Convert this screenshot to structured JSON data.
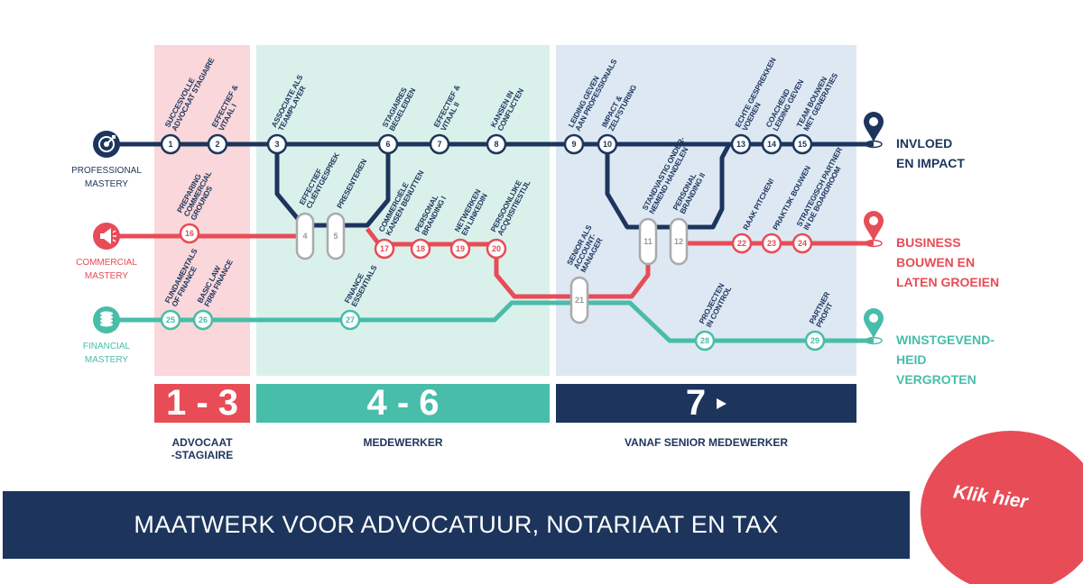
{
  "colors": {
    "navy": "#1d355d",
    "red": "#e84c57",
    "teal": "#48bda9"
  },
  "tracks": [
    {
      "key": "pro",
      "label_lines": [
        "PROFESSIONAL",
        "MASTERY"
      ],
      "icon": "target-icon"
    },
    {
      "key": "com",
      "label_lines": [
        "COMMERCIAL",
        "MASTERY"
      ],
      "icon": "megaphone-icon"
    },
    {
      "key": "fin",
      "label_lines": [
        "FINANCIAL",
        "MASTERY"
      ],
      "icon": "coins-icon"
    }
  ],
  "destinations": [
    {
      "key": "pro",
      "lines": [
        "INVLOED",
        "EN IMPACT"
      ]
    },
    {
      "key": "com",
      "lines": [
        "BUSINESS",
        "BOUWEN EN",
        "LATEN GROEIEN"
      ]
    },
    {
      "key": "fin",
      "lines": [
        "WINSTGEVEND-",
        "HEID",
        "VERGROTEN"
      ]
    }
  ],
  "stations": [
    {
      "n": "1",
      "label": [
        "SUCCESVOLLE",
        "ADVOCAAT STAGIAIRE"
      ]
    },
    {
      "n": "2",
      "label": [
        "EFFECTIEF &",
        "VITAAL I"
      ]
    },
    {
      "n": "3",
      "label": [
        "ASSOCIATE ALS",
        "TEAMPLAYER"
      ]
    },
    {
      "n": "4",
      "label": [
        "EFFECTIEF",
        "CLIËNTGESPREK"
      ]
    },
    {
      "n": "5",
      "label": [
        "PRESENTEREN"
      ]
    },
    {
      "n": "6",
      "label": [
        "STAGIAIRES",
        "BEGELEIDEN"
      ]
    },
    {
      "n": "7",
      "label": [
        "EFFECTIEF &",
        "VITAAL II"
      ]
    },
    {
      "n": "8",
      "label": [
        "KANSEN IN",
        "CONFLICTEN"
      ]
    },
    {
      "n": "9",
      "label": [
        "LEIDING GEVEN",
        "AAN PROFESSIONALS"
      ]
    },
    {
      "n": "10",
      "label": [
        "IMPACT &",
        "ZELFSTURING"
      ]
    },
    {
      "n": "11",
      "label": [
        "STANDVASTIG ONDER-",
        "NEMEND HANDELEN"
      ]
    },
    {
      "n": "12",
      "label": [
        "PERSONAL",
        "BRANDING II"
      ]
    },
    {
      "n": "13",
      "label": [
        "ECHTE GESPREKKEN",
        "VOEREN"
      ]
    },
    {
      "n": "14",
      "label": [
        "COACHEND",
        "LEIDING GEVEN"
      ]
    },
    {
      "n": "15",
      "label": [
        "TEAM BOUWEN",
        "MET GENERATIES"
      ]
    },
    {
      "n": "16",
      "label": [
        "PREPARING",
        "COMMERCIAL",
        "GROUNDS"
      ]
    },
    {
      "n": "17",
      "label": [
        "COMMERCIËLE",
        "KANSEN BENUTTEN"
      ]
    },
    {
      "n": "18",
      "label": [
        "PERSONAL",
        "BRANDING I"
      ]
    },
    {
      "n": "19",
      "label": [
        "NETWERKEN",
        "EN LINKEDIN"
      ]
    },
    {
      "n": "20",
      "label": [
        "PERSOONLIJKE",
        "ACQUISITIESTIJL"
      ]
    },
    {
      "n": "21",
      "label": [
        "SENIOR ALS",
        "ACCOUNT-",
        "MANAGER"
      ]
    },
    {
      "n": "22",
      "label": [
        "RAAK PITCHEN!"
      ]
    },
    {
      "n": "23",
      "label": [
        "PRAKTIJK BOUWEN"
      ]
    },
    {
      "n": "24",
      "label": [
        "STRATEGISCH PARTNER",
        "IN DE BOARDROOM"
      ]
    },
    {
      "n": "25",
      "label": [
        "FUNDAMENTALS",
        "OF FINANCE"
      ]
    },
    {
      "n": "26",
      "label": [
        "BASIC LAW",
        "FIRM FINANCE"
      ]
    },
    {
      "n": "27",
      "label": [
        "FINANCE",
        "ESSENTIALS"
      ]
    },
    {
      "n": "28",
      "label": [
        "PROJECTEN",
        "IN CONTROL"
      ]
    },
    {
      "n": "29",
      "label": [
        "PARTNER",
        "PROFIT"
      ]
    }
  ],
  "phases": [
    {
      "range": "1 - 3",
      "caption": [
        "ADVOCAAT",
        "-STAGIAIRE"
      ]
    },
    {
      "range": "4 - 6",
      "caption": [
        "MEDEWERKER"
      ]
    },
    {
      "range": "7",
      "caption": [
        "VANAF SENIOR MEDEWERKER"
      ]
    }
  ],
  "banner": {
    "text": "MAATWERK VOOR ADVOCATUUR, NOTARIAAT EN TAX"
  },
  "cta": {
    "label": "Klik hier"
  }
}
